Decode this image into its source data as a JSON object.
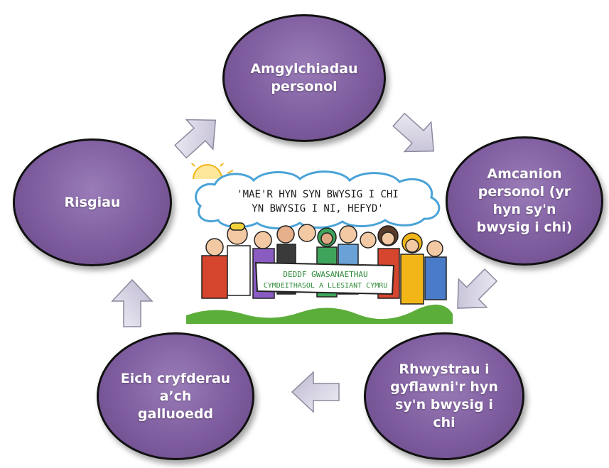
{
  "nodes": {
    "top": "Amgylchiadau\npersonol",
    "right": "Amcanion\npersonol (yr\nhyn sy'n\nbwysig i chi)",
    "bottom_right": "Rhwystrau i\ngyflawni'r hyn\nsy'n bwysig i\nchi",
    "bottom_left": "Eich cryfderau\na’ch\ngalluoedd",
    "left": "Risgiau"
  },
  "illustration": {
    "headline_line1": "'MAE'R HYN SYN BWYSIG I CHI",
    "headline_line2": "YN BWYSIG I NI, HEFYD'",
    "banner_line1": "DEDDF GWASANAETHAU",
    "banner_line2": "CYMDEITHASOL A LLESIANT CYMRU"
  },
  "colors": {
    "node_fill": "#7e5c9e",
    "arrow_fill": "#d9d6e6",
    "cloud_stroke": "#4aa3d8",
    "grass": "#5cae3a"
  }
}
